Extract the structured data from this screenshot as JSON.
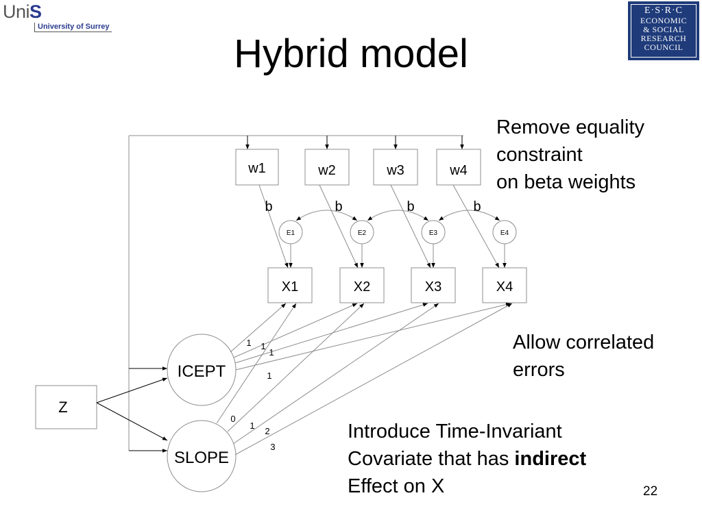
{
  "logos": {
    "unis": {
      "prefix": "Uni",
      "letter": "S",
      "subtitle": "University of Surrey"
    },
    "esrc": {
      "top": "E·S·R·C",
      "lines": [
        "ECONOMIC",
        "& SOCIAL",
        "RESEARCH",
        "COUNCIL"
      ]
    }
  },
  "title": "Hybrid model",
  "notes": {
    "remove": [
      "Remove equality",
      "constraint",
      "on beta weights"
    ],
    "allow": [
      "Allow correlated",
      "errors"
    ],
    "intro_line1": "Introduce Time-Invariant",
    "intro_line2_pre": "Covariate that has ",
    "intro_line2_bold": "indirect",
    "intro_line3": "Effect on X"
  },
  "page_number": "22",
  "diagram": {
    "weights": [
      "w1",
      "w2",
      "w3",
      "w4"
    ],
    "beta_labels": [
      "b",
      "b",
      "b",
      "b"
    ],
    "errors": [
      "E1",
      "E2",
      "E3",
      "E4"
    ],
    "observed": [
      "X1",
      "X2",
      "X3",
      "X4"
    ],
    "latent": {
      "intercept": "ICEPT",
      "slope": "SLOPE"
    },
    "covariate": "Z",
    "intercept_loadings": [
      "1",
      "1",
      "1",
      "1"
    ],
    "slope_loadings": [
      "0",
      "1",
      "2",
      "3"
    ]
  },
  "colors": {
    "esrc_blue": "#1f3b7a",
    "unis_blue": "#2a3b8f",
    "line": "#8c8c8c"
  }
}
